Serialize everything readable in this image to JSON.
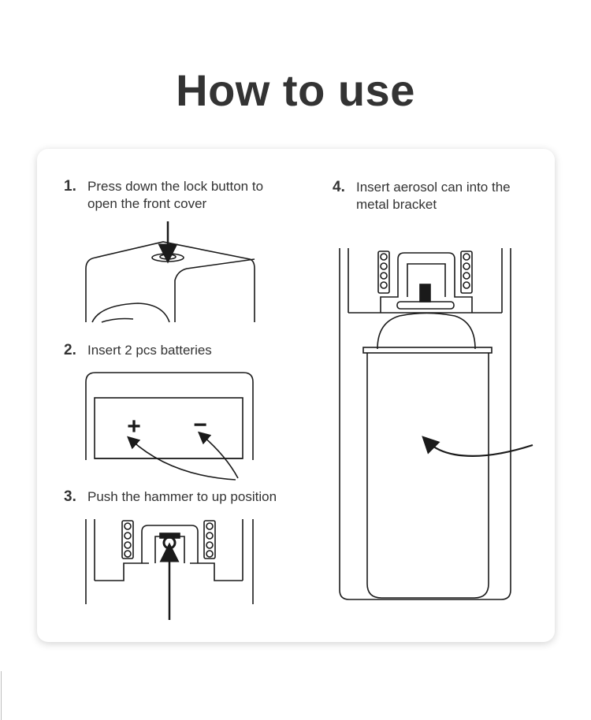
{
  "page": {
    "title": "How to use"
  },
  "steps": [
    {
      "number": "1.",
      "text": "Press down the lock button to open the front cover"
    },
    {
      "number": "2.",
      "text": "Insert 2 pcs batteries"
    },
    {
      "number": "3.",
      "text": "Push the hammer to up position"
    },
    {
      "number": "4.",
      "text": "Insert aerosol can into the metal bracket"
    }
  ],
  "battery_symbols": {
    "plus": "+",
    "minus": "−"
  },
  "colors": {
    "line": "#1a1a1a",
    "text": "#333333",
    "card_bg": "#ffffff"
  }
}
